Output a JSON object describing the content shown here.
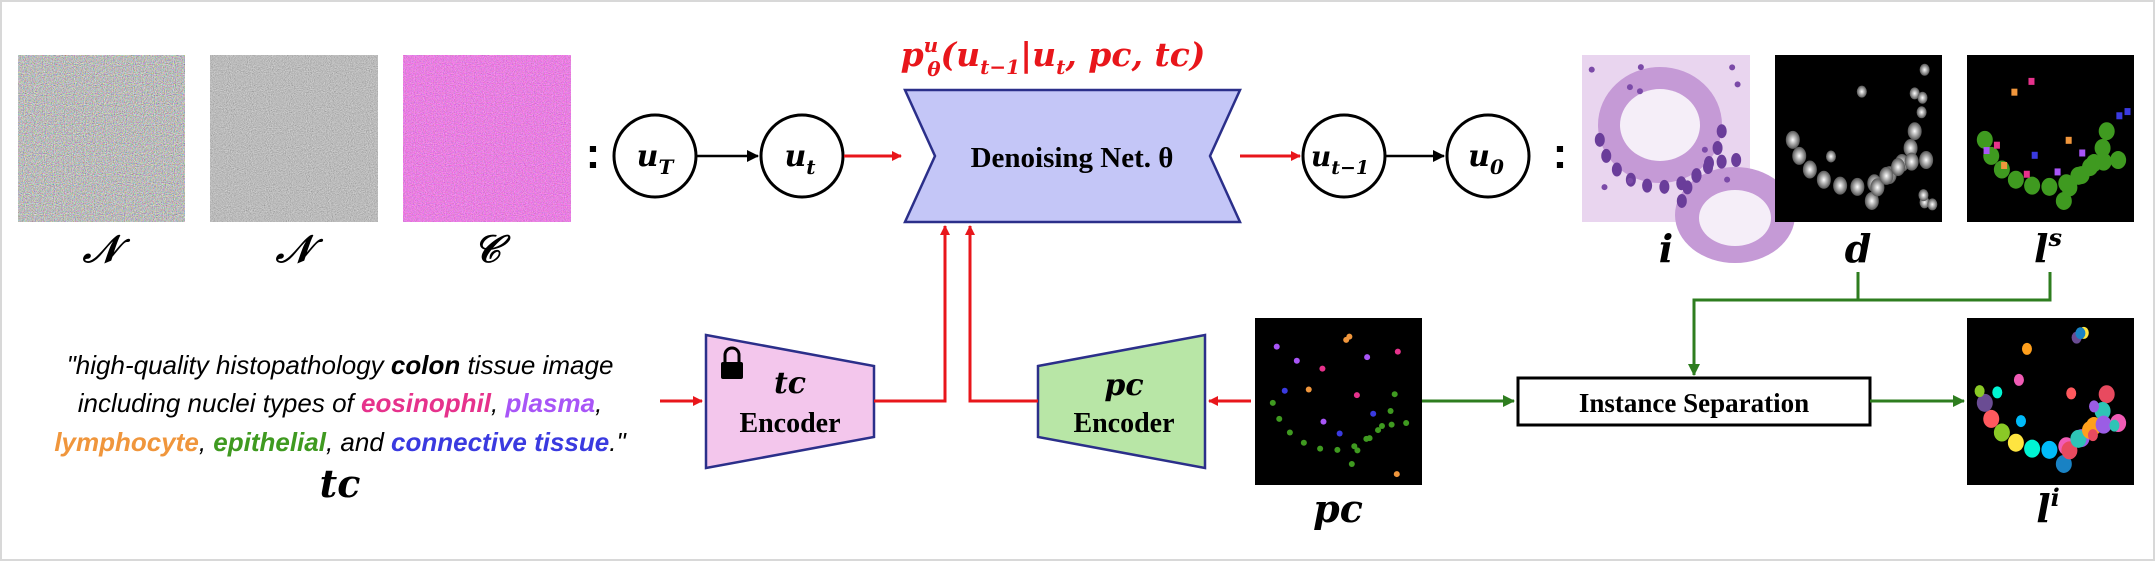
{
  "noise_labels": [
    "𝒩",
    "𝒩",
    "𝒞"
  ],
  "latents": {
    "u_T": {
      "base": "u",
      "sub": "T"
    },
    "u_t": {
      "base": "u",
      "sub": "t"
    },
    "u_t_minus_1": {
      "base": "u",
      "sub": "t−1"
    },
    "u_0": {
      "base": "u",
      "sub": "0"
    }
  },
  "separator": ":",
  "formula": {
    "p": "p",
    "sup": "u",
    "sub": "θ",
    "args": "(u",
    "args_sub1": "t−1",
    "bar": "|u",
    "args_sub2": "t",
    "rest": ", pc, tc)"
  },
  "denoiser": {
    "label": "Denoising Net. θ"
  },
  "tc_encoder": {
    "line1": "tc",
    "line2": "Encoder"
  },
  "pc_encoder": {
    "line1": "pc",
    "line2": "Encoder"
  },
  "instance_separation": {
    "label": "Instance Separation"
  },
  "prompt": {
    "line1_a": "\"high-quality histopathology ",
    "line1_b": "colon",
    "line1_c": " tissue image",
    "line2_a": "including nuclei types of  ",
    "eosinophil": "eosinophil",
    "comma1": ", ",
    "plasma": "plasma",
    "comma2": ",",
    "lymphocyte": "lymphocyte",
    "comma3": ", ",
    "epithelial": "epithelial",
    "and": ", and ",
    "connective": "connective tissue",
    "end": ".\""
  },
  "output_labels": {
    "i": "i",
    "d": "d",
    "ls_base": "l",
    "ls_sup": "s",
    "li_base": "l",
    "li_sup": "i",
    "tc": "tc",
    "pc": "pc"
  },
  "colors": {
    "red_arrow": "#e8161b",
    "green_arrow": "#2e7d1f",
    "denoiser_fill": "#c4c6f7",
    "denoiser_stroke": "#2b2f8a",
    "tc_fill": "#f3c6ec",
    "tc_stroke": "#2b2f8a",
    "pc_fill": "#b8e6a6",
    "pc_stroke": "#2b2f8a",
    "formula": "#e8161b",
    "eosinophil": "#e6328c",
    "plasma": "#a855f7",
    "lymphocyte": "#f0963c",
    "epithelial": "#3f9a20",
    "connective": "#3a3ae0"
  }
}
